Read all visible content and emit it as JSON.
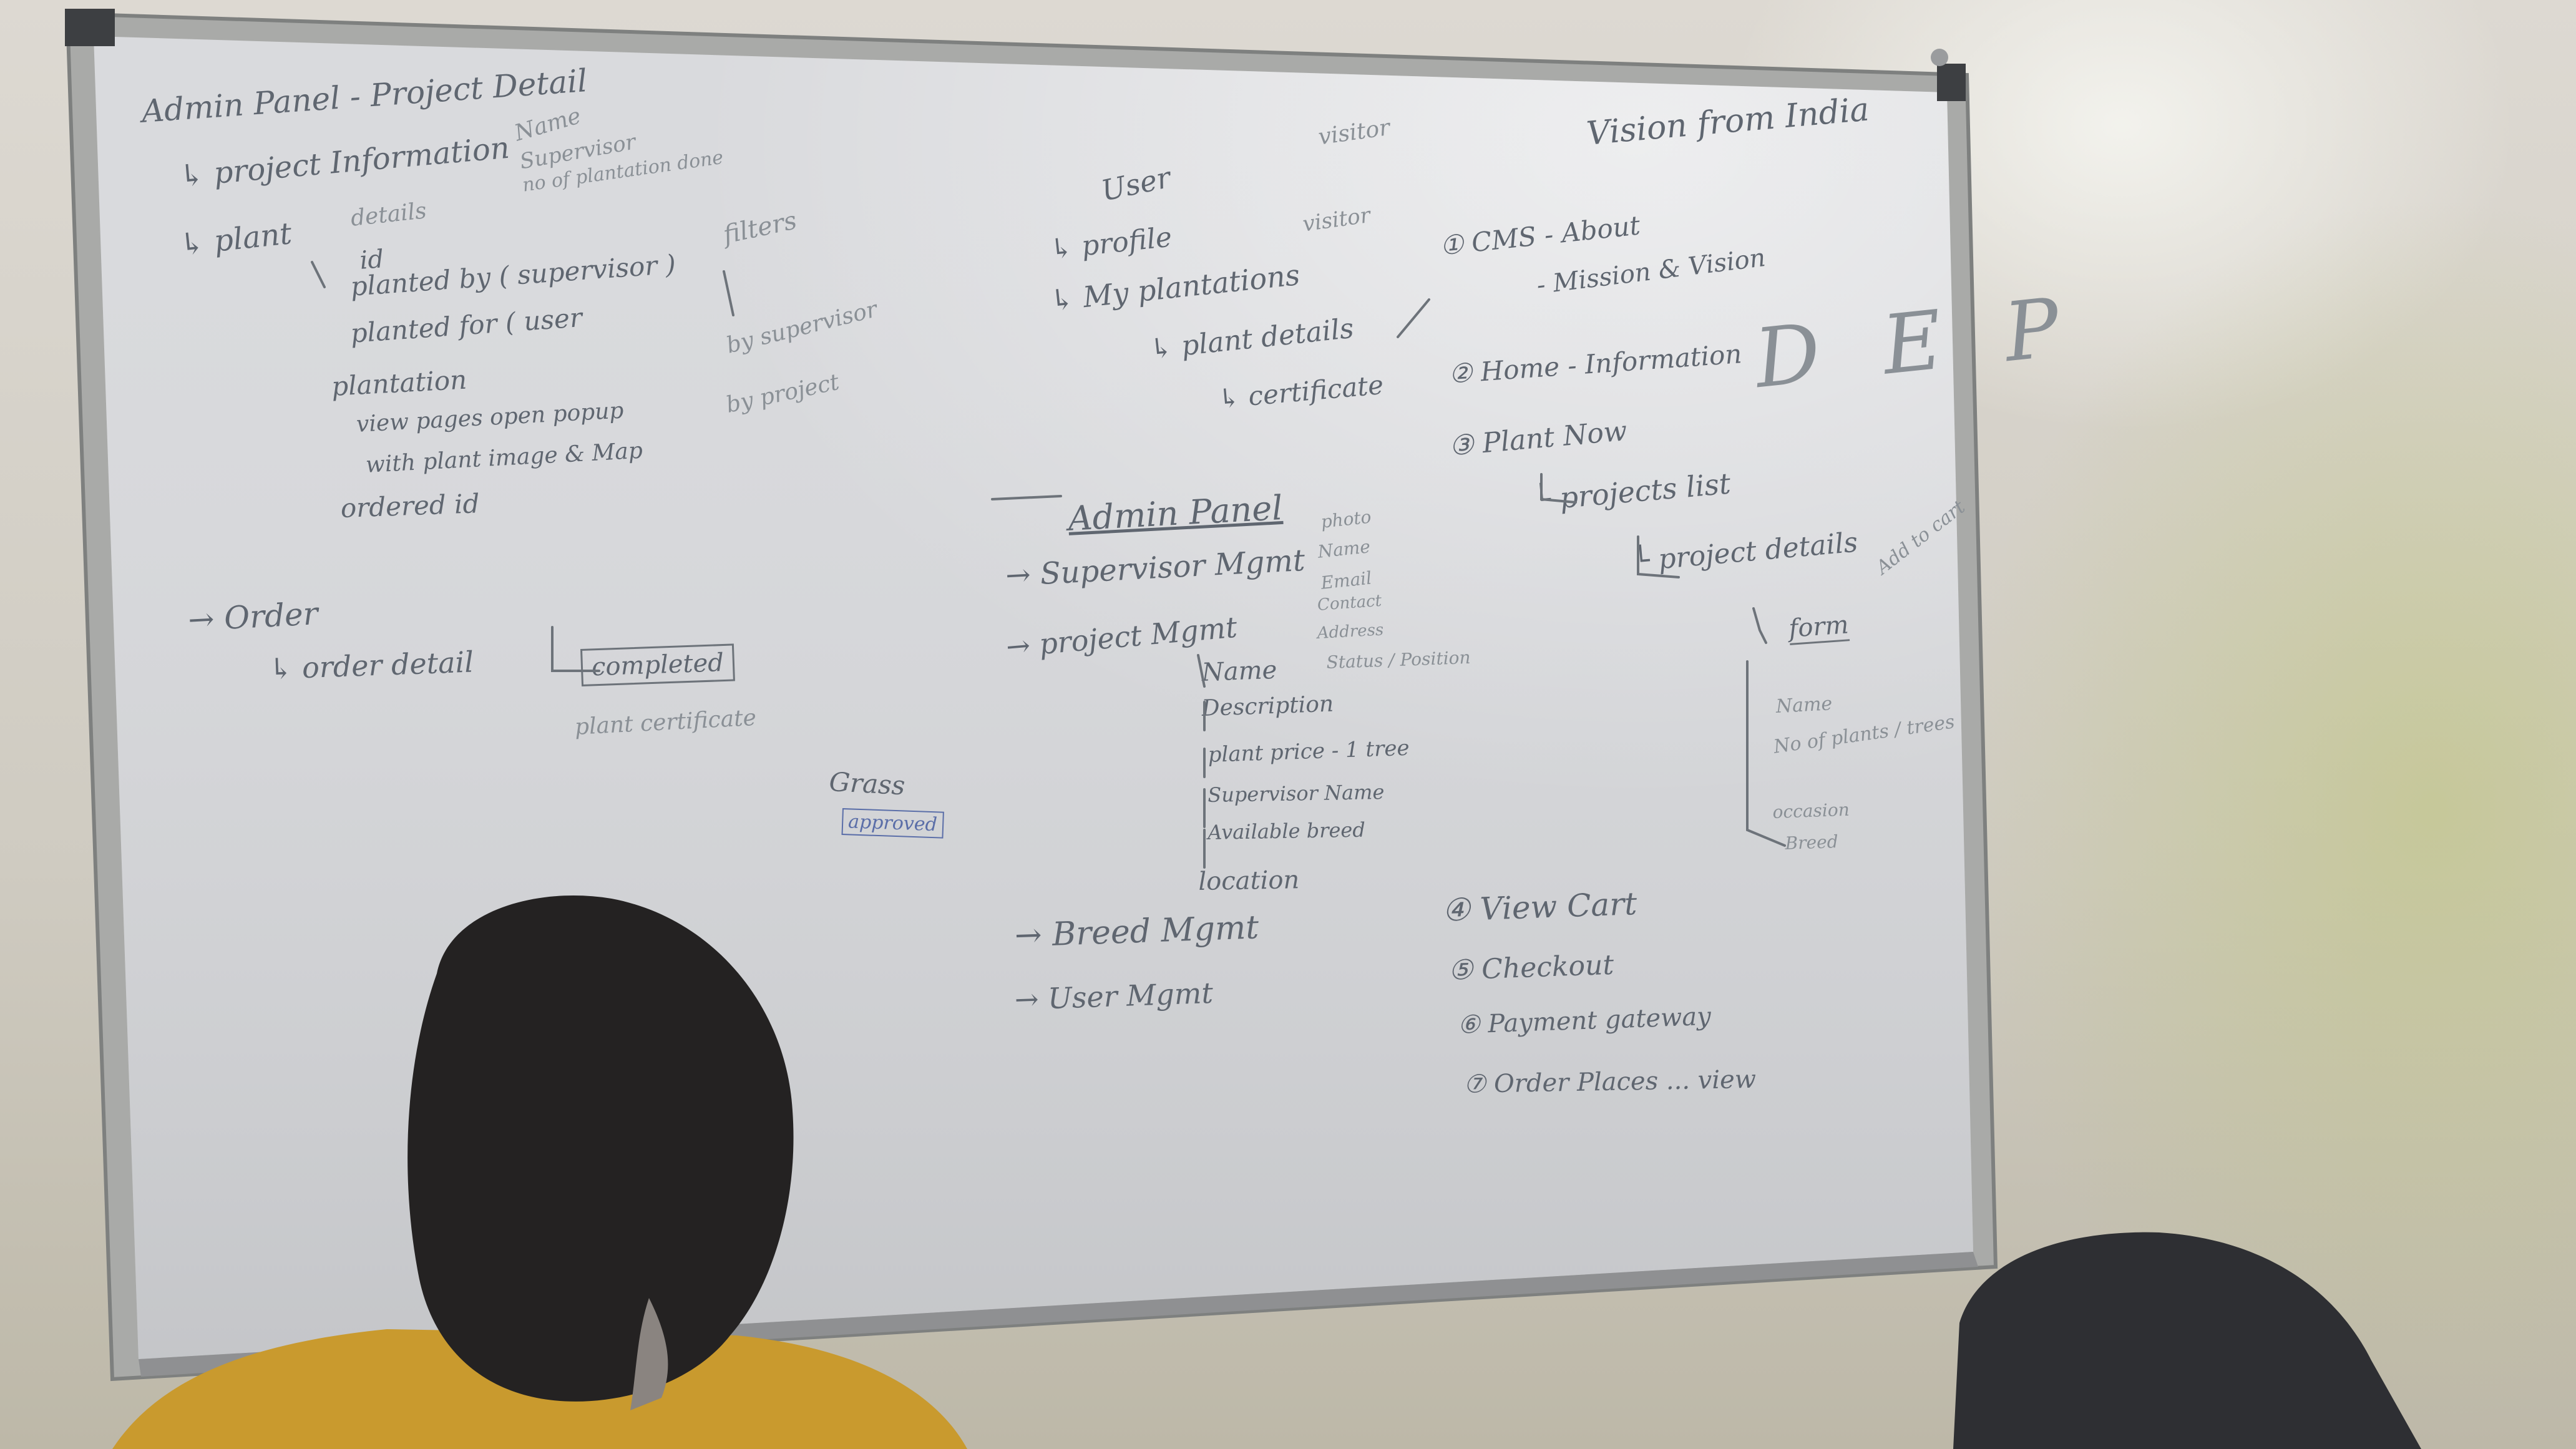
{
  "colors": {
    "wall": "#d6d2c8",
    "board_surface": "#d9dadd",
    "frame": "#a9aaa8",
    "marker_ink": "#5f6670",
    "blue_ink": "#5a6ea8",
    "shirt": "#c99a2e",
    "hair": "#242222",
    "chair": "#2e2f33"
  },
  "whiteboard": {
    "left": {
      "title": "Admin Panel - Project Detail",
      "project_information": "↳ project Information",
      "info_1": "Name",
      "info_2": "Supervisor",
      "info_3": "no of plantation done",
      "plant": "↳ plant",
      "plant_details": "details",
      "plant_id": "id",
      "planted_by": "planted by ( supervisor )",
      "planted_for": "planted for ( user",
      "plantation": "plantation",
      "view_pages": "view pages open popup",
      "with_plant_image": "with plant image & Map",
      "ordered_id": "ordered id",
      "order": "→ Order",
      "order_detail": "↳ order detail",
      "completed": "completed",
      "plant_certificate": "plant certificate",
      "filters": "filters",
      "by_supervisor": "by supervisor",
      "by_project": "by project",
      "grass": "Grass",
      "approved": "approved"
    },
    "middle": {
      "user": "User",
      "profile": "↳ profile",
      "my_plantations": "↳ My plantations",
      "plant_details": "↳ plant details",
      "certificate": "↳ certificate",
      "admin_panel": "Admin Panel",
      "supervisor_mgmt": "→ Supervisor Mgmt",
      "supervisor_fields": [
        "photo",
        "Name",
        "Email",
        "Contact",
        "Address",
        "Status / Position"
      ],
      "project_mgmt": "→ project Mgmt",
      "project_fields": [
        "Name",
        "Description",
        "plant price - 1 tree",
        "Supervisor Name",
        "Available breed",
        "location"
      ],
      "breed_mgmt": "→ Breed Mgmt",
      "user_mgmt": "→ User Mgmt"
    },
    "right": {
      "visitor_note": "visitor",
      "vision": "Vision from India",
      "step_1": "① CMS - About",
      "step_1b": "- Mission & Vision",
      "step_2": "② Home - Information",
      "step_3": "③ Plant Now",
      "projects_list": "└ projects list",
      "project_details": "└ project details",
      "add_to_cart": "Add to cart",
      "form": "form",
      "form_fields": [
        "Name",
        "No of plants / trees",
        "occasion",
        "Breed"
      ],
      "step_4": "④ View Cart",
      "step_5": "⑤ Checkout",
      "step_6": "⑥ Payment gateway",
      "step_7": "⑦ Order Places ... view",
      "big_letters": "D E P"
    }
  }
}
